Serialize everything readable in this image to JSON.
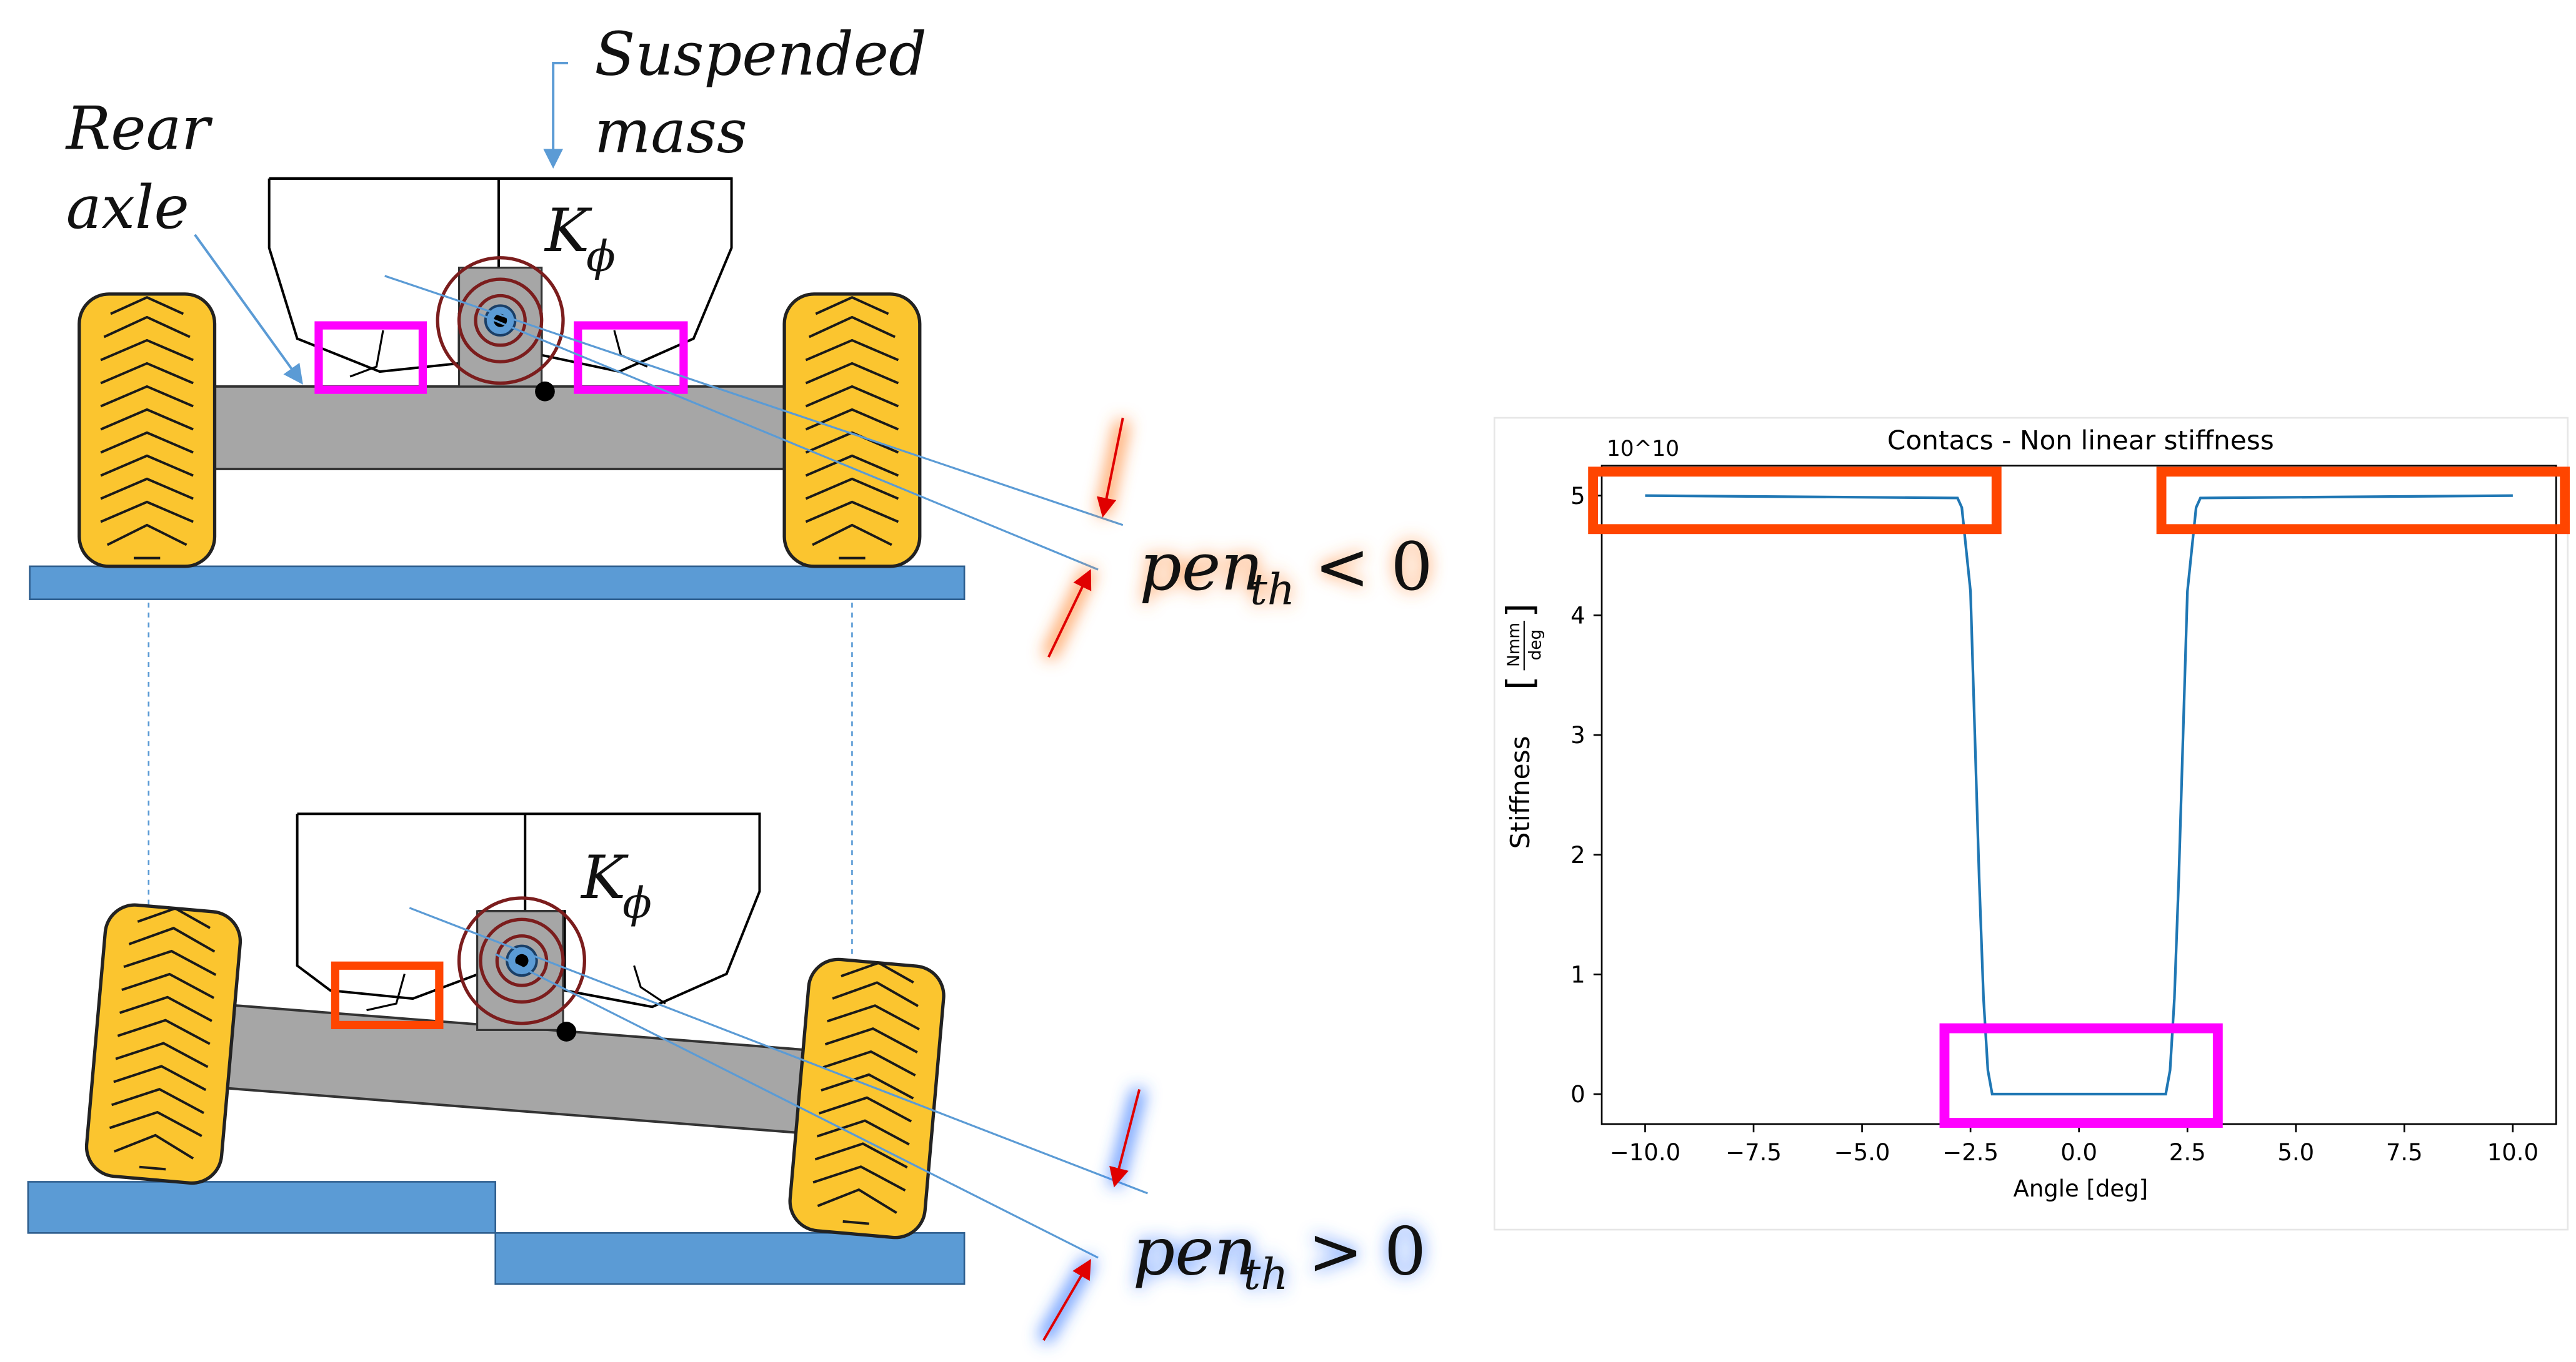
{
  "labels": {
    "suspended_line1": "Suspended",
    "suspended_line2": "mass",
    "rear_line1": "Rear",
    "rear_line2": "axle",
    "k_phi": "K",
    "k_phi_sub": "ϕ",
    "pen_top": "pen",
    "pen_top_sub": "th",
    "pen_top_rel": "< 0",
    "pen_bottom": "pen",
    "pen_bottom_sub": "th",
    "pen_bottom_rel": "> 0"
  },
  "colors": {
    "tire": "#FBC52F",
    "axle": "#A6A6A6",
    "ground": "#5B9BD5",
    "magenta": "#FF00FF",
    "orange_red": "#FF4500",
    "line_blue": "#5B9BD5",
    "spring": "#7B1D1D",
    "series": "#1F77B4",
    "glow_orange": "#FF8C3A",
    "glow_blue": "#3A7BFF"
  },
  "chart_data": {
    "type": "line",
    "title": "Contacs - Non linear stiffness",
    "xlabel": "Angle [deg]",
    "ylabel": "Stiffness",
    "ylabel_unit_num": "Nmm",
    "ylabel_unit_den": "deg",
    "offset_text": "10^10",
    "xlim": [
      -11.0,
      11.0
    ],
    "ylim": [
      -0.25,
      5.25
    ],
    "xticks": [
      -10.0,
      -7.5,
      -5.0,
      -2.5,
      0.0,
      2.5,
      5.0,
      7.5,
      10.0
    ],
    "xtick_labels": [
      "−10.0",
      "−7.5",
      "−5.0",
      "−2.5",
      "0.0",
      "2.5",
      "5.0",
      "7.5",
      "10.0"
    ],
    "yticks": [
      0,
      1,
      2,
      3,
      4,
      5
    ],
    "ytick_labels": [
      "0",
      "1",
      "2",
      "3",
      "4",
      "5"
    ],
    "grid": false,
    "series": [
      {
        "x": [
          -10.0,
          -2.8,
          -2.7,
          -2.5,
          -2.4,
          -2.3,
          -2.2,
          -2.1,
          -2.0,
          0.0,
          2.0,
          2.1,
          2.2,
          2.3,
          2.4,
          2.5,
          2.7,
          2.8,
          10.0
        ],
        "y": [
          5.0,
          4.98,
          4.9,
          4.2,
          3.0,
          1.8,
          0.8,
          0.2,
          0.0,
          0.0,
          0.0,
          0.2,
          0.8,
          1.8,
          3.0,
          4.2,
          4.9,
          4.98,
          5.0
        ]
      }
    ],
    "highlight_boxes": [
      {
        "x0": -11.2,
        "x1": -1.9,
        "y0": 4.72,
        "y1": 5.2,
        "color": "orange_red"
      },
      {
        "x0": 1.9,
        "x1": 11.2,
        "y0": 4.72,
        "y1": 5.2,
        "color": "orange_red"
      },
      {
        "x0": -3.1,
        "x1": 3.2,
        "y0": -0.24,
        "y1": 0.55,
        "color": "magenta"
      }
    ]
  }
}
